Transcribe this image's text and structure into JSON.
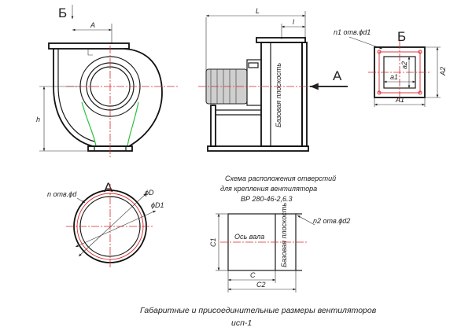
{
  "view_labels": {
    "b_top": "Б",
    "b_right": "Б",
    "a_arrow": "А",
    "a_view": "А"
  },
  "dims": {
    "A": "А",
    "h": "h",
    "L": "L",
    "l": "l",
    "a1": "a1",
    "a2": "a2",
    "A1": "A1",
    "A2": "A2",
    "holes1": "n1 отв.ϕd1",
    "holes": "n отв.ϕd",
    "D": "ϕD",
    "D1": "ϕD1",
    "holes2": "n2 отв.ϕd2",
    "C": "C",
    "C1": "C1",
    "C2": "C2"
  },
  "texts": {
    "base_plane_side": "Базовая плоскость",
    "base_plane_scheme": "Базовая плоскость",
    "shaft_axis": "Ось вала",
    "scheme_title_1": "Схема расположения отверстий",
    "scheme_title_2": "для крепления вентилятора",
    "scheme_title_3": "ВР 280-46-2,6.3",
    "caption_1": "Габаритные и присоединительные размеры вентиляторов",
    "caption_2": "исп-1"
  }
}
